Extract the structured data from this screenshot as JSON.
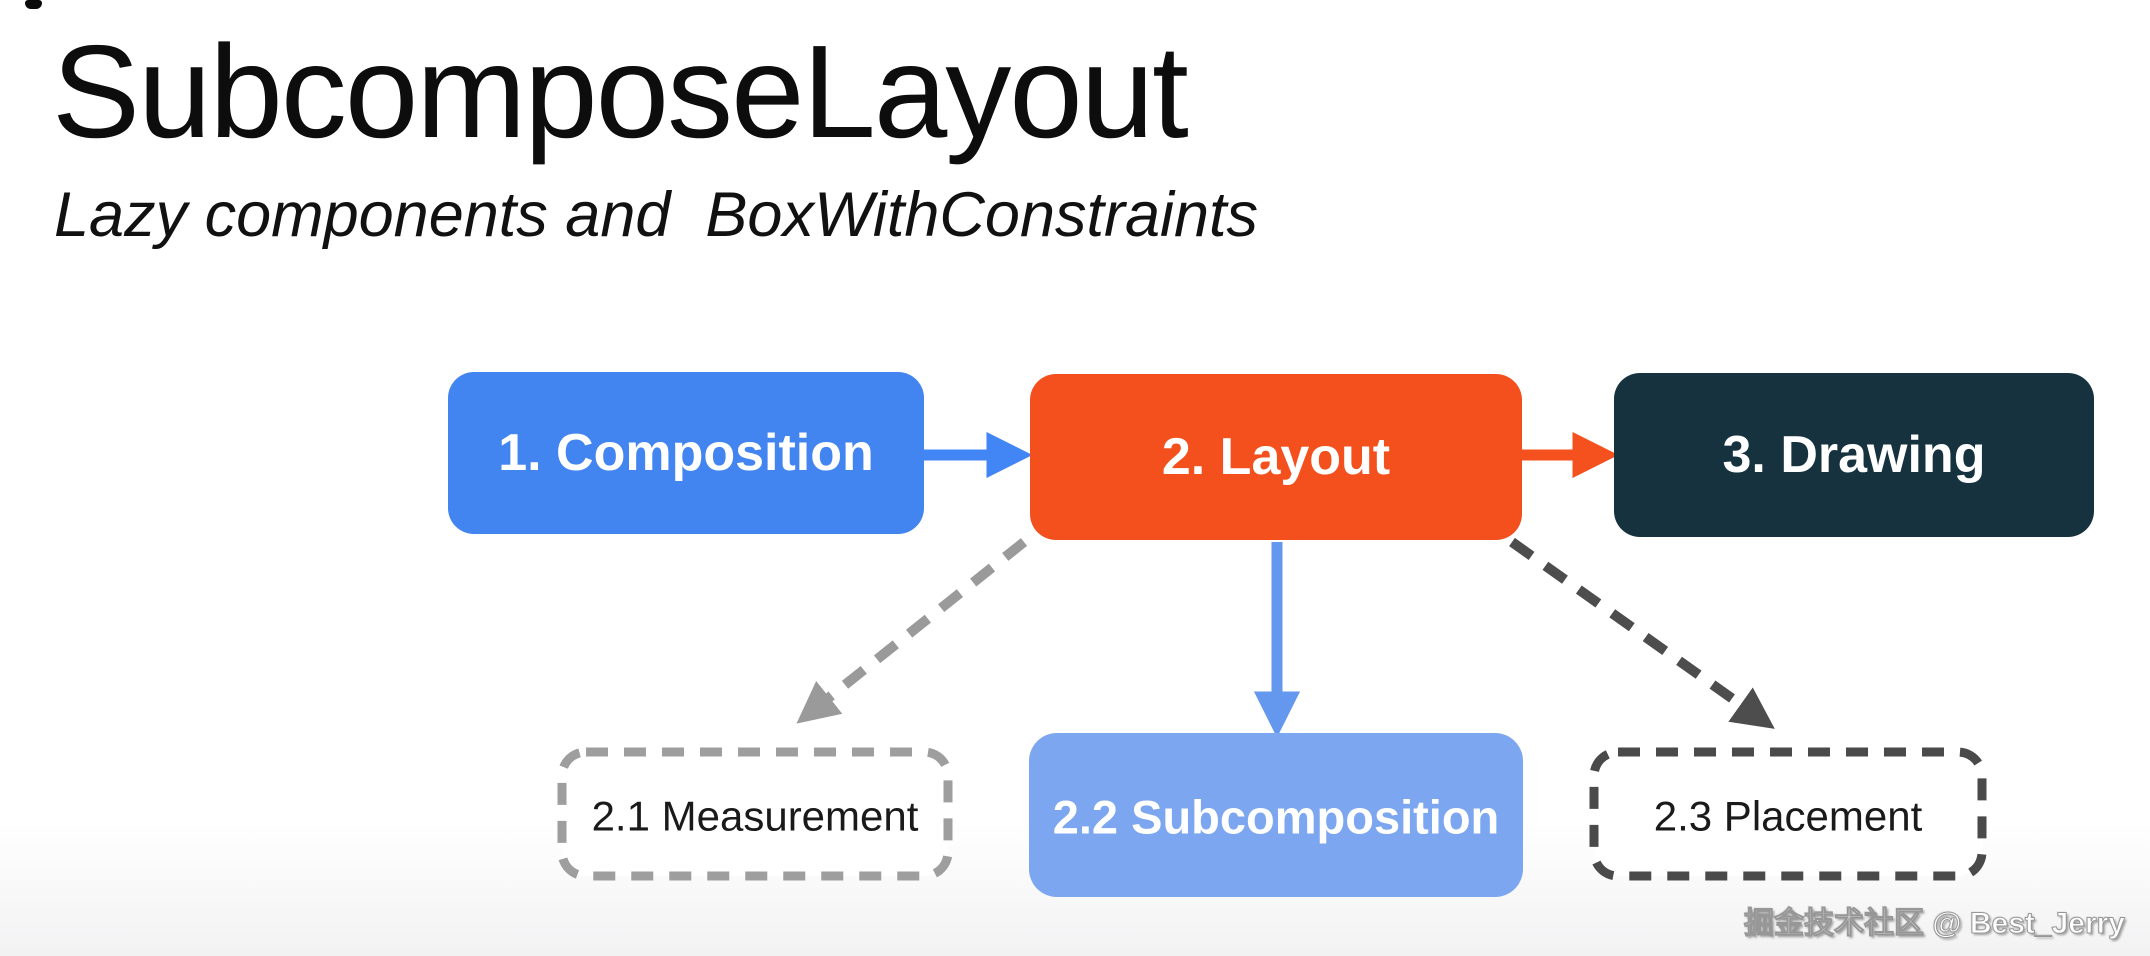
{
  "header": {
    "title": "SubcomposeLayout",
    "subtitle": "Lazy components and  BoxWithConstraints"
  },
  "diagram": {
    "nodes": [
      {
        "id": "composition",
        "label": "1. Composition",
        "fill": "#4284F0",
        "text_color": "#FFFFFF",
        "border_style": "none"
      },
      {
        "id": "layout",
        "label": "2. Layout",
        "fill": "#F4501E",
        "text_color": "#FFFFFF",
        "border_style": "none"
      },
      {
        "id": "drawing",
        "label": "3. Drawing",
        "fill": "#15323E",
        "text_color": "#FFFFFF",
        "border_style": "none"
      },
      {
        "id": "measurement",
        "label": "2.1 Measurement",
        "fill": "#FFFFFF",
        "text_color": "#1A1A1A",
        "border_style": "dashed",
        "border_color": "#9E9E9E"
      },
      {
        "id": "subcomposition",
        "label": "2.2 Subcomposition",
        "fill": "#7CA6EF",
        "text_color": "#FFFFFF",
        "border_style": "none"
      },
      {
        "id": "placement",
        "label": "2.3 Placement",
        "fill": "#FFFFFF",
        "text_color": "#1A1A1A",
        "border_style": "dashed",
        "border_color": "#4A4A4A"
      }
    ],
    "edges": [
      {
        "from": "composition",
        "to": "layout",
        "style": "solid",
        "color": "#4285F4"
      },
      {
        "from": "layout",
        "to": "drawing",
        "style": "solid",
        "color": "#F4511E"
      },
      {
        "from": "layout",
        "to": "measurement",
        "style": "dashed",
        "color": "#9A9A9A"
      },
      {
        "from": "layout",
        "to": "subcomposition",
        "style": "solid",
        "color": "#6497EE"
      },
      {
        "from": "layout",
        "to": "placement",
        "style": "dashed",
        "color": "#4D4D4D"
      }
    ]
  },
  "watermark": {
    "text": "掘金技术社区 @ Best_Jerry"
  }
}
